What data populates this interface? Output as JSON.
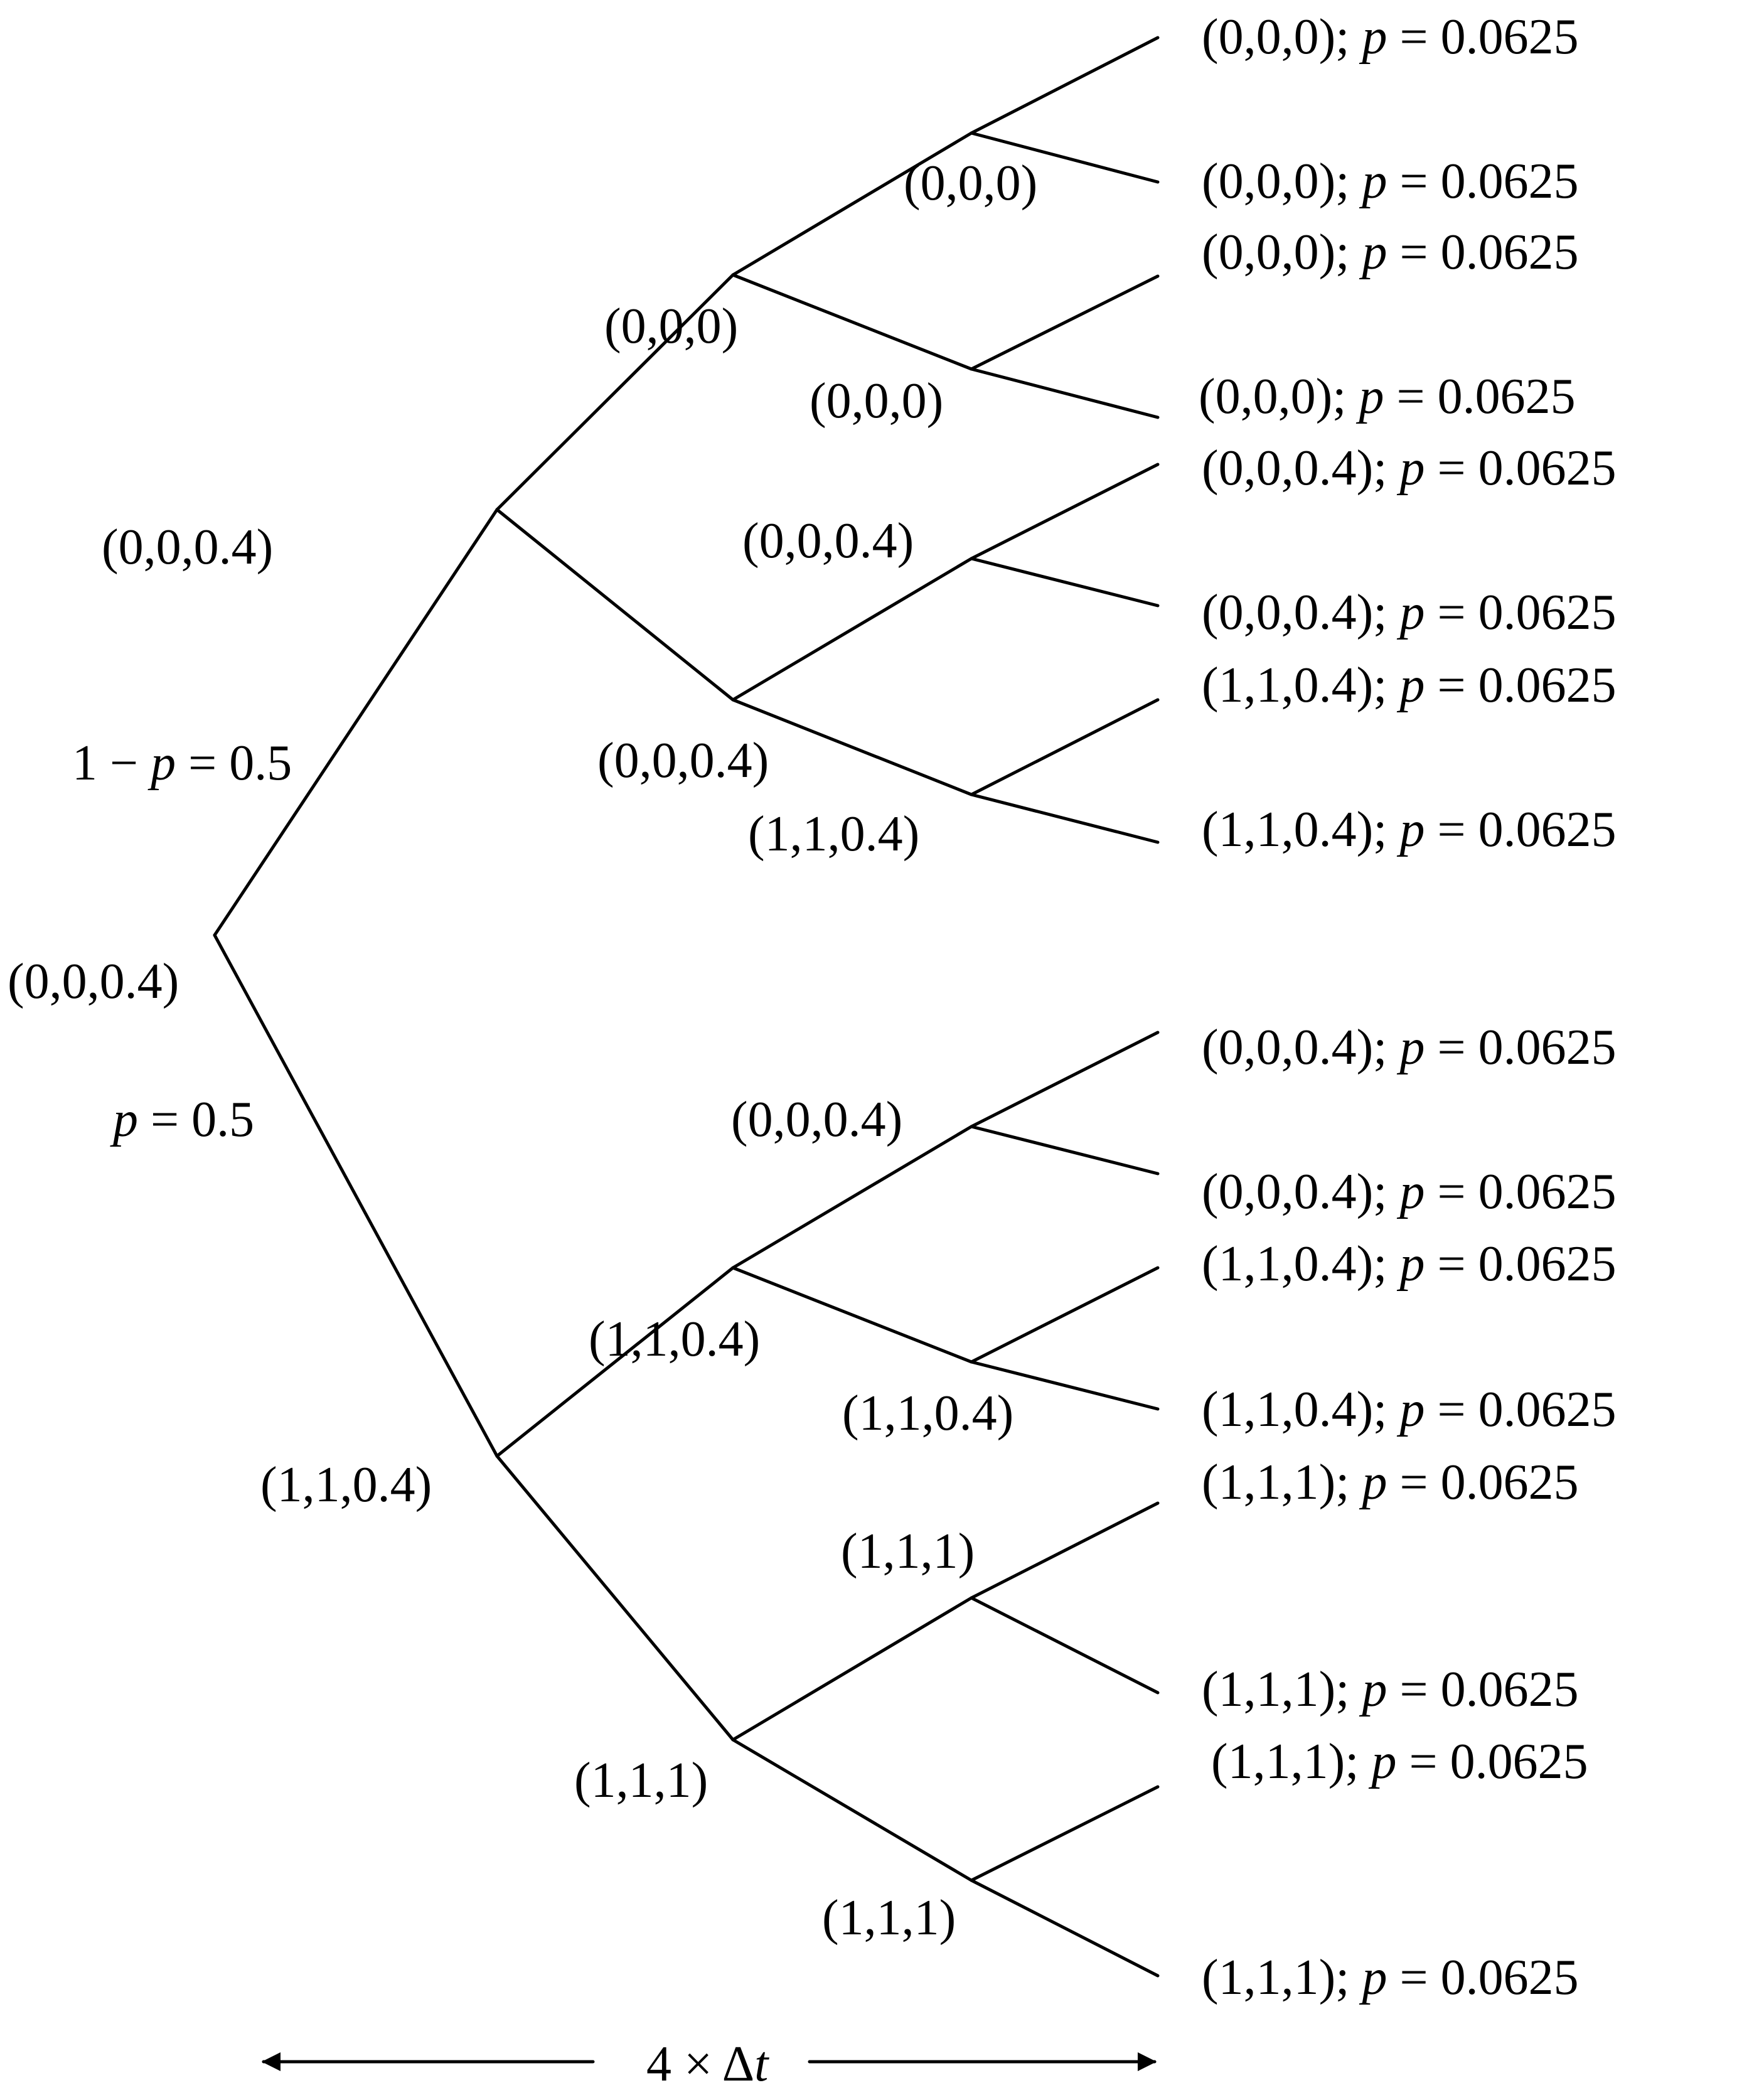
{
  "root": {
    "state": "(0,0,0.4)"
  },
  "branch_probabilities": {
    "upper": {
      "prefix": "1 − ",
      "var": "p",
      "suffix": " = 0.5"
    },
    "lower": {
      "var": "p",
      "suffix": " = 0.5"
    }
  },
  "upper_side_note": "(0,0,0.4)",
  "level1": [
    {
      "state": "(0,0,0.4)"
    },
    {
      "state": "(1,1,0.4)"
    }
  ],
  "level2": [
    {
      "state": "(0,0,0)"
    },
    {
      "state": "(0,0,0.4)"
    },
    {
      "state": "(1,1,0.4)"
    },
    {
      "state": "(1,1,1)"
    }
  ],
  "level3": [
    {
      "state": "(0,0,0)"
    },
    {
      "state": "(0,0,0)"
    },
    {
      "state": "(0,0,0.4)"
    },
    {
      "state": "(1,1,0.4)"
    },
    {
      "state": "(0,0,0.4)"
    },
    {
      "state": "(1,1,0.4)"
    },
    {
      "state": "(1,1,1)"
    },
    {
      "state": "(1,1,1)"
    }
  ],
  "leaves": [
    {
      "state": "(0,0,0)",
      "p": "0.0625"
    },
    {
      "state": "(0,0,0)",
      "p": "0.0625"
    },
    {
      "state": "(0,0,0)",
      "p": "0.0625"
    },
    {
      "state": "(0,0,0)",
      "p": "0.0625"
    },
    {
      "state": "(0,0,0.4)",
      "p": "0.0625"
    },
    {
      "state": "(0,0,0.4)",
      "p": "0.0625"
    },
    {
      "state": "(1,1,0.4)",
      "p": "0.0625"
    },
    {
      "state": "(1,1,0.4)",
      "p": "0.0625"
    },
    {
      "state": "(0,0,0.4)",
      "p": "0.0625"
    },
    {
      "state": "(0,0,0.4)",
      "p": "0.0625"
    },
    {
      "state": "(1,1,0.4)",
      "p": "0.0625"
    },
    {
      "state": "(1,1,0.4)",
      "p": "0.0625"
    },
    {
      "state": "(1,1,1)",
      "p": "0.0625"
    },
    {
      "state": "(1,1,1)",
      "p": "0.0625"
    },
    {
      "state": "(1,1,1)",
      "p": "0.0625"
    },
    {
      "state": "(1,1,1)",
      "p": "0.0625"
    }
  ],
  "leaf_text": {
    "separator": "; ",
    "p_var": "p",
    "equals": " = "
  },
  "time_axis": {
    "label_prefix": "4 × Δ",
    "label_var": "t"
  }
}
